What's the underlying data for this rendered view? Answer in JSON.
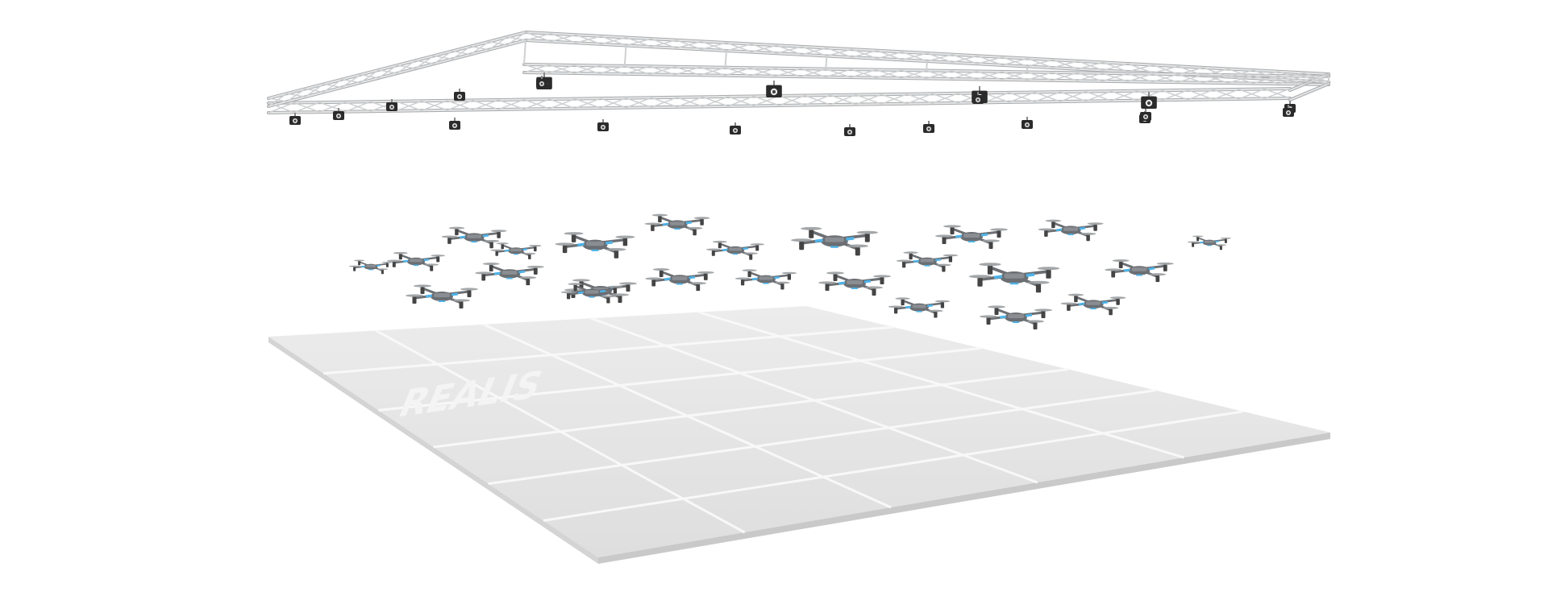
{
  "scene": {
    "floor_logo": "REALIS",
    "drone_count": 24,
    "camera_count": 20,
    "colors": {
      "truss": "#cfd0d1",
      "truss_dark": "#a8aaac",
      "floor": "#e6e6e6",
      "floor_lines": "#f7f7f7",
      "floor_edge": "#cfcfcf",
      "drone_body": "#6b6e72",
      "drone_accent": "#4fb3e8",
      "camera": "#2b2b2b"
    }
  }
}
